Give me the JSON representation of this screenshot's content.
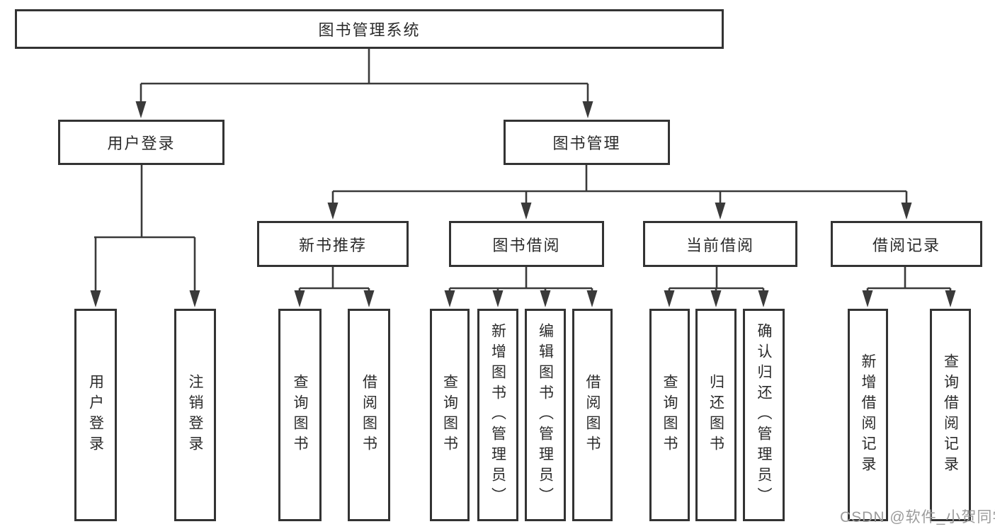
{
  "diagram": {
    "root": {
      "label": "图书管理系统"
    },
    "branches": [
      {
        "label": "用户登录",
        "children": [
          "用户登录",
          "注销登录"
        ]
      },
      {
        "label": "图书管理",
        "children": [
          {
            "label": "新书推荐",
            "children": [
              "查询图书",
              "借阅图书"
            ]
          },
          {
            "label": "图书借阅",
            "children": [
              "查询图书",
              "新增图书（管理员）",
              "编辑图书（管理员）",
              "借阅图书"
            ]
          },
          {
            "label": "当前借阅",
            "children": [
              "查询图书",
              "归还图书",
              "确认归还（管理员）"
            ]
          },
          {
            "label": "借阅记录",
            "children": [
              "新增借阅记录",
              "查询借阅记录"
            ]
          }
        ]
      }
    ],
    "watermark": "CSDN @软件_小贺同学",
    "colors": {
      "line": "#3a3a3a",
      "border": "#333333",
      "text": "#2b2b2b",
      "watermark": "#9b9b9b",
      "node_fill": "#ffffff",
      "background": "#ffffff"
    }
  }
}
